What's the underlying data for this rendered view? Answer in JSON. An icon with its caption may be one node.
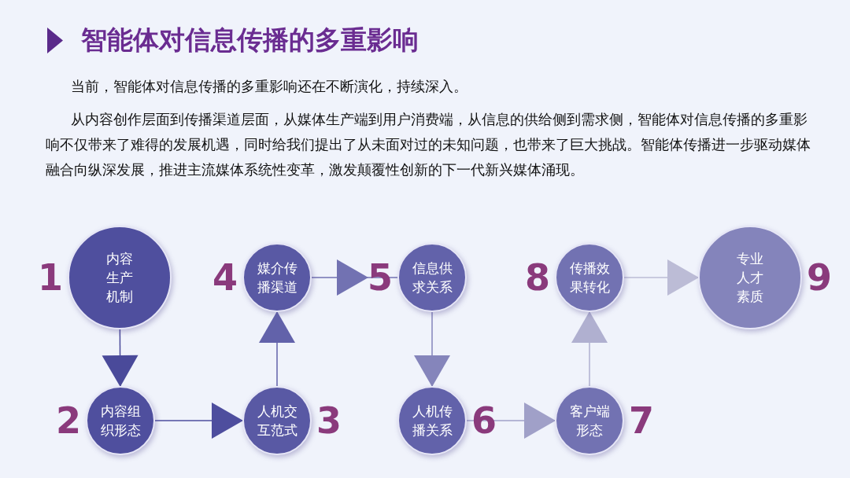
{
  "diagram": {
    "title": "智能体对信息传播的多重影响",
    "nodes": [
      {
        "text": [
          "内容生产机制"
        ],
        "beside": [
          "1"
        ]
      },
      {
        "text": [
          "内容组织形态"
        ],
        "beside": [
          "2"
        ]
      },
      {
        "text": [
          "人机交互范式"
        ],
        "beside": [
          "3"
        ]
      },
      {
        "text": [
          "媒介传播渠道"
        ],
        "beside": [
          "4"
        ]
      },
      {
        "text": [
          "信息供求关系"
        ],
        "beside": [
          "5"
        ]
      },
      {
        "text": [
          "人机传播关系"
        ],
        "beside": [
          "6"
        ]
      },
      {
        "text": [
          "客户端形态"
        ],
        "beside": [
          "7"
        ]
      },
      {
        "text": [
          "传播效果转化"
        ],
        "beside": [
          "8"
        ]
      },
      {
        "text": [
          "专业人才素质"
        ],
        "beside": [
          "9"
        ]
      }
    ],
    "edges": [
      {
        "from": 0,
        "to": 1,
        "arrow": "to",
        "color": "#4a4a9a"
      },
      {
        "from": 1,
        "to": 2,
        "arrow": "to",
        "color": "#4e4e9e"
      },
      {
        "from": 2,
        "to": 3,
        "arrow": "to",
        "color": "#6262aa"
      },
      {
        "from": 3,
        "to": 4,
        "arrow": "to",
        "color": "#7272b2"
      },
      {
        "from": 4,
        "to": 5,
        "arrow": "to",
        "color": "#8585bb"
      },
      {
        "from": 5,
        "to": 6,
        "arrow": "to",
        "color": "#a0a0c8"
      },
      {
        "from": 6,
        "to": 7,
        "arrow": "to",
        "color": "#b0b0d0"
      },
      {
        "from": 7,
        "to": 8,
        "arrow": "to",
        "color": "#bcbcd6"
      }
    ],
    "labels": [
      "当前，智能体对信息传播的多重影响还在不断演化，持续深入。",
      "从内容创作层面到传播渠道层面，从媒体生产端到用户消费端，从信息的供给侧到需求侧，智能体对信息传播的多重影响不仅带来了难得的发展机遇，同时给我们提出了从未面对过的未知问题，也带来了巨大挑战。智能体传播进一步驱动媒体融合向纵深发展，推进主流媒体系统性变革，激发颠覆性创新的下一代新兴媒体涌现。"
    ]
  }
}
